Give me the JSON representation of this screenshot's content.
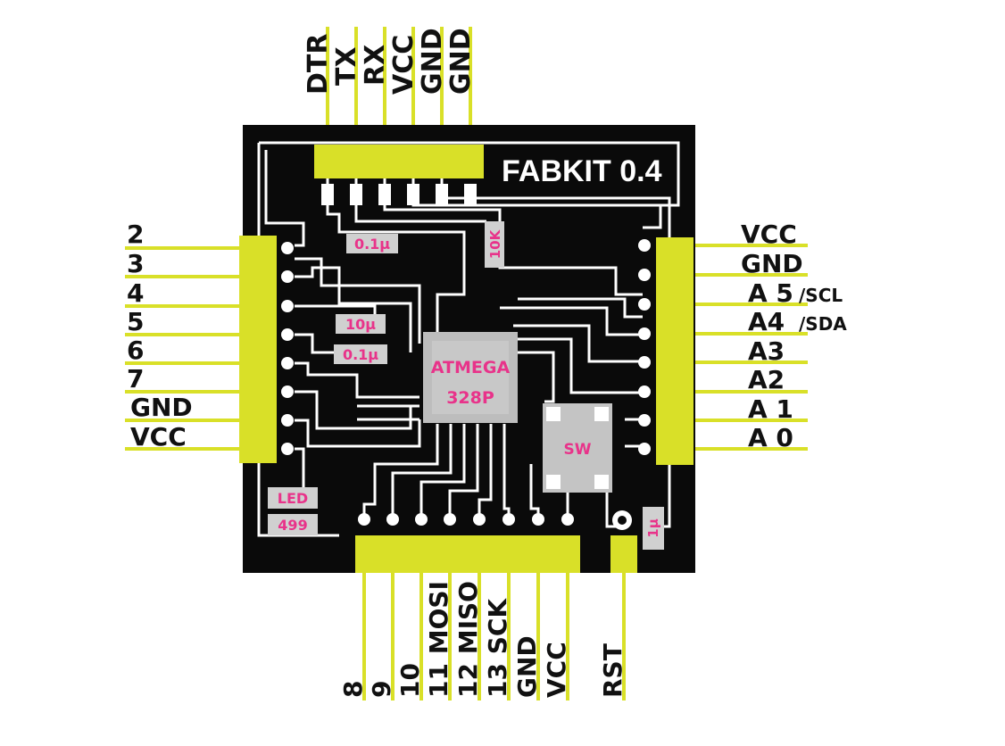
{
  "board": {
    "title": "FABKIT 0.4",
    "chip_line1": "ATMEGA",
    "chip_line2": "328P",
    "switch_label": "SW",
    "led_label": "LED",
    "resistor_499": "499",
    "resistor_10k": "10K",
    "cap_top": "0.1μ",
    "cap_10u": "10μ",
    "cap_mid": "0.1μ",
    "cap_1u": "1μ"
  },
  "pins": {
    "top": [
      "DTR",
      "TX",
      "RX",
      "VCC",
      "GND",
      "GND"
    ],
    "left": [
      "2",
      "3",
      "4",
      "5",
      "6",
      "7",
      "GND",
      "VCC"
    ],
    "right": [
      {
        "main": "VCC",
        "sub": ""
      },
      {
        "main": "GND",
        "sub": ""
      },
      {
        "main": "A 5",
        "sub": "/SCL"
      },
      {
        "main": "A4",
        "sub": "/SDA"
      },
      {
        "main": "A3",
        "sub": ""
      },
      {
        "main": "A2",
        "sub": ""
      },
      {
        "main": "A 1",
        "sub": ""
      },
      {
        "main": "A 0",
        "sub": ""
      }
    ],
    "bottom": [
      "8",
      "9",
      "10",
      "11 MOSI",
      "12 MISO",
      "13 SCK",
      "GND",
      "VCC"
    ],
    "reset": "RST"
  },
  "colors": {
    "board": "#0a0a0a",
    "header": "#d9e028",
    "label": "#e8338a",
    "trace": "#ffffff",
    "chip": "#bdbdbd"
  }
}
